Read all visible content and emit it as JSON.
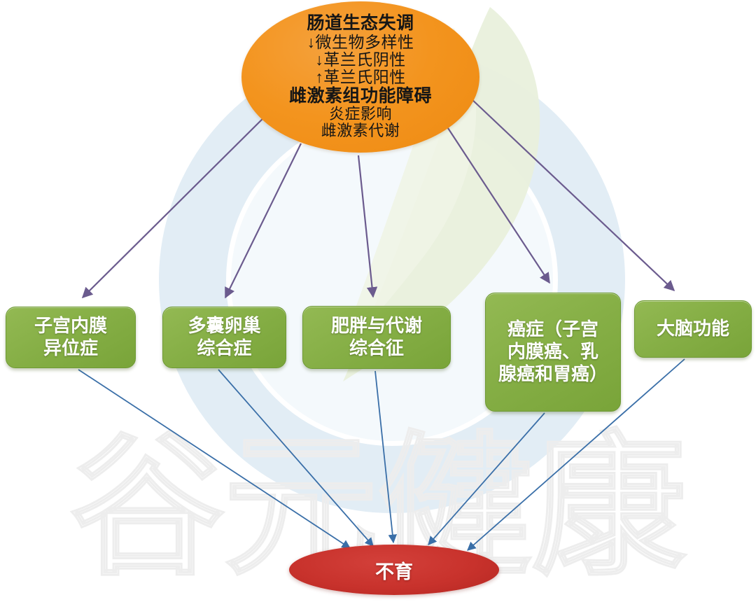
{
  "diagram": {
    "title_node": {
      "name": "gut-dysbiosis",
      "lines": [
        {
          "text": "肠道生态失调",
          "bold": true
        },
        {
          "text": "↓微生物多样性",
          "bold": false
        },
        {
          "text": "↓革兰氏阴性",
          "bold": false
        },
        {
          "text": "↑革兰氏阳性",
          "bold": false
        },
        {
          "text": "雌激素组功能障碍",
          "bold": true
        },
        {
          "text": "炎症影响",
          "bold": false
        },
        {
          "text": "雌激素代谢",
          "bold": false
        }
      ]
    },
    "outcome_nodes": [
      {
        "id": "endometriosis",
        "text": "子宫内膜\n异位症"
      },
      {
        "id": "pcos",
        "text": "多囊卵巢\n综合症"
      },
      {
        "id": "obesity",
        "text": "肥胖与代谢\n综合征"
      },
      {
        "id": "cancer",
        "text": "癌症（子宫\n内膜癌、乳\n腺癌和胃癌）"
      },
      {
        "id": "brain",
        "text": "大脑功能"
      }
    ],
    "terminal_node": {
      "name": "infertility",
      "text": "不育"
    },
    "watermark": {
      "text": "谷元健康"
    },
    "colors": {
      "source_fill": "#F3941E",
      "node_fill": "#86AF46",
      "terminal_fill": "#C8322C",
      "arrow_upper": "#6B5B8E",
      "arrow_lower": "#3A6FA8",
      "logo_blue": "#DCE9F2",
      "logo_green": "#E7EFDC"
    }
  }
}
